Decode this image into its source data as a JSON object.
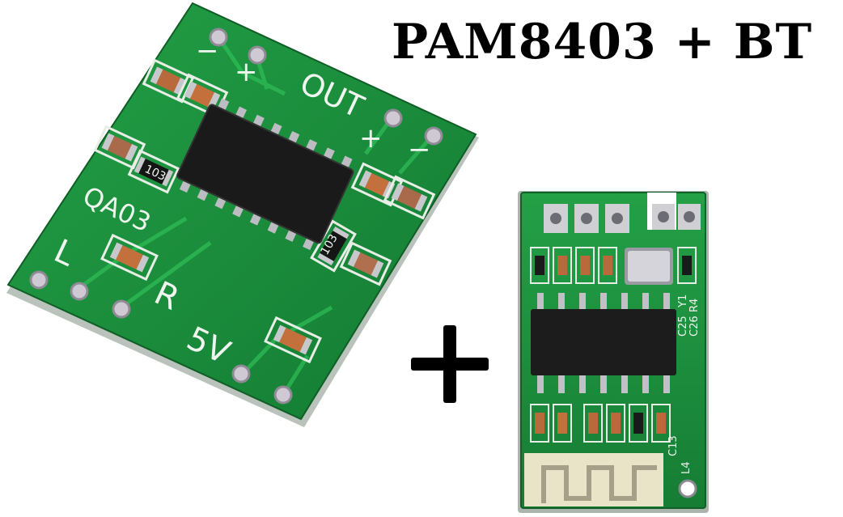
{
  "title": "PAM8403 + BT",
  "amp_board": {
    "label_out": "OUT",
    "label_plus_top": "+",
    "label_minus_top": "−",
    "label_plus_right": "+",
    "label_minus_right": "−",
    "label_model": "QA03",
    "label_l": "L",
    "label_r": "R",
    "label_5v": "5V",
    "resistor_1": "103",
    "resistor_2": "103",
    "colors": {
      "pcb": "#1b8a3a",
      "pcb_edge": "#0f5e26",
      "chip": "#1a1a1a",
      "pad": "#c9c9cf",
      "component": "#b86a3c"
    }
  },
  "bt_board": {
    "label_c13": "C13",
    "label_l4": "L4",
    "label_c25": "C25",
    "label_c26": "C26",
    "label_r4": "R4",
    "label_y1": "Y1",
    "colors": {
      "pcb": "#1e8f3e",
      "chip": "#1c1c1c",
      "crystal": "#cfcfd4",
      "antenna": "#e9e3c8"
    }
  },
  "plus_symbol": "+"
}
